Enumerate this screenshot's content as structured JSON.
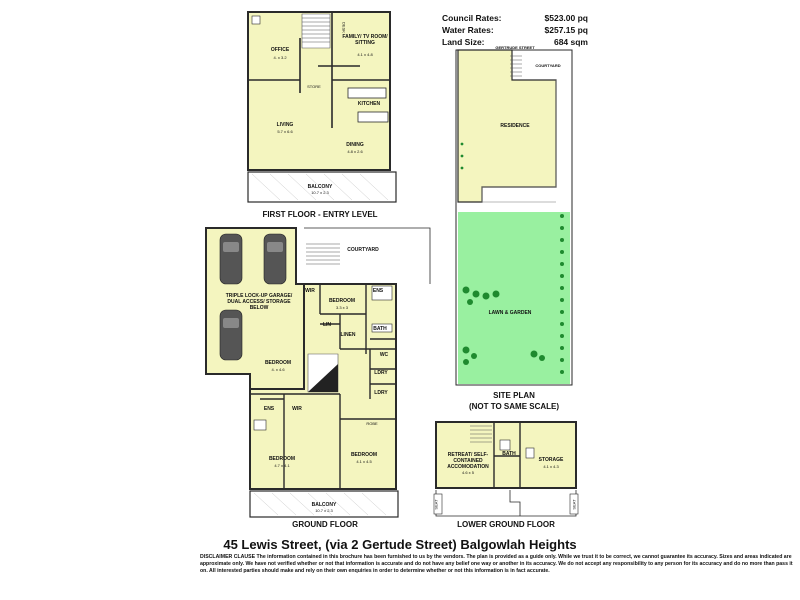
{
  "rates": {
    "council_label": "Council Rates:",
    "council_value": "$523.00 pq",
    "water_label": "Water Rates:",
    "water_value": "$257.15 pq",
    "land_label": "Land Size:",
    "land_value": "684 sqm"
  },
  "first_floor": {
    "heading": "FIRST FLOOR - ENTRY LEVEL",
    "office": "OFFICE",
    "office_dim": "4. x 3.2",
    "family": "FAMILY/ TV ROOM/ SITTING",
    "family_dim": "4.1 x 4.8",
    "desk": "DESK",
    "store": "STORE",
    "kitchen": "KITCHEN",
    "living": "LIVING",
    "living_dim": "5.7 x 6.6",
    "dining": "DINING",
    "dining_dim": "4.8 x 2.6",
    "balcony": "BALCONY",
    "balcony_dim": "10.7 x 2.3"
  },
  "ground_floor": {
    "heading": "GROUND FLOOR",
    "courtyard": "COURTYARD",
    "garage": "TRIPLE LOCK-UP GARAGE/ DUAL ACCESS/ STORAGE BELOW",
    "wir": "WIR",
    "ens": "ENS",
    "bedroom1": "BEDROOM",
    "bedroom1_dim": "3.3 x 3",
    "lin": "LIN",
    "linen": "LINEN",
    "bath": "BATH",
    "wc": "WC",
    "bedroom2": "BEDROOM",
    "bedroom2_dim": "4. x 4.6",
    "ldry1": "LDRY",
    "ldry2": "LDRY",
    "ens2": "ENS",
    "wir2": "WIR",
    "robe": "ROBE",
    "bedroom3": "BEDROOM",
    "bedroom3_dim": "4.7 x 4.1",
    "bedroom4": "BEDROOM",
    "bedroom4_dim": "4.1 x 4.5",
    "balcony": "BALCONY",
    "balcony_dim": "10.7 x 2.3"
  },
  "site_plan": {
    "street": "GERTRUDE STREET",
    "courtyard": "COURTYARD",
    "residence": "RESIDENCE",
    "lawn": "LAWN & GARDEN",
    "heading1": "SITE PLAN",
    "heading2": "(NOT TO SAME SCALE)"
  },
  "lower_ground": {
    "heading": "LOWER GROUND FLOOR",
    "retreat": "RETREAT/ SELF-CONTAINED ACCOMODATION",
    "retreat_dim": "4.6 x 5",
    "bath": "BATH",
    "storage": "STORAGE",
    "storage_dim": "4.1 x 4.3",
    "seat1": "SEAT",
    "seat2": "SEAT"
  },
  "address": "45 Lewis Street, (via 2 Gertude Street) Balgowlah Heights",
  "disclaimer": "DISCLAIMER CLAUSE The information contained in this brochure has been furnished to us by the vendors. The plan is provided as a guide only. While we trust it to be correct, we cannot guarantee its accuracy. Sizes and areas indicated are approximate only. We have not verified whether or not that information is accurate and do not have any belief one way or another in its accuracy. We do not accept any responsibility to any person for its accuracy and do no more than pass it on. All interested parties should make and rely on their own enquiries in order to determine whether or not this information is in fact accurate.",
  "colors": {
    "floor": "#f4f5bf",
    "lawn": "#99f0a0",
    "residence": "#f4f5bf",
    "tree": "#1f8a2f",
    "wall": "#2a2a2a"
  }
}
